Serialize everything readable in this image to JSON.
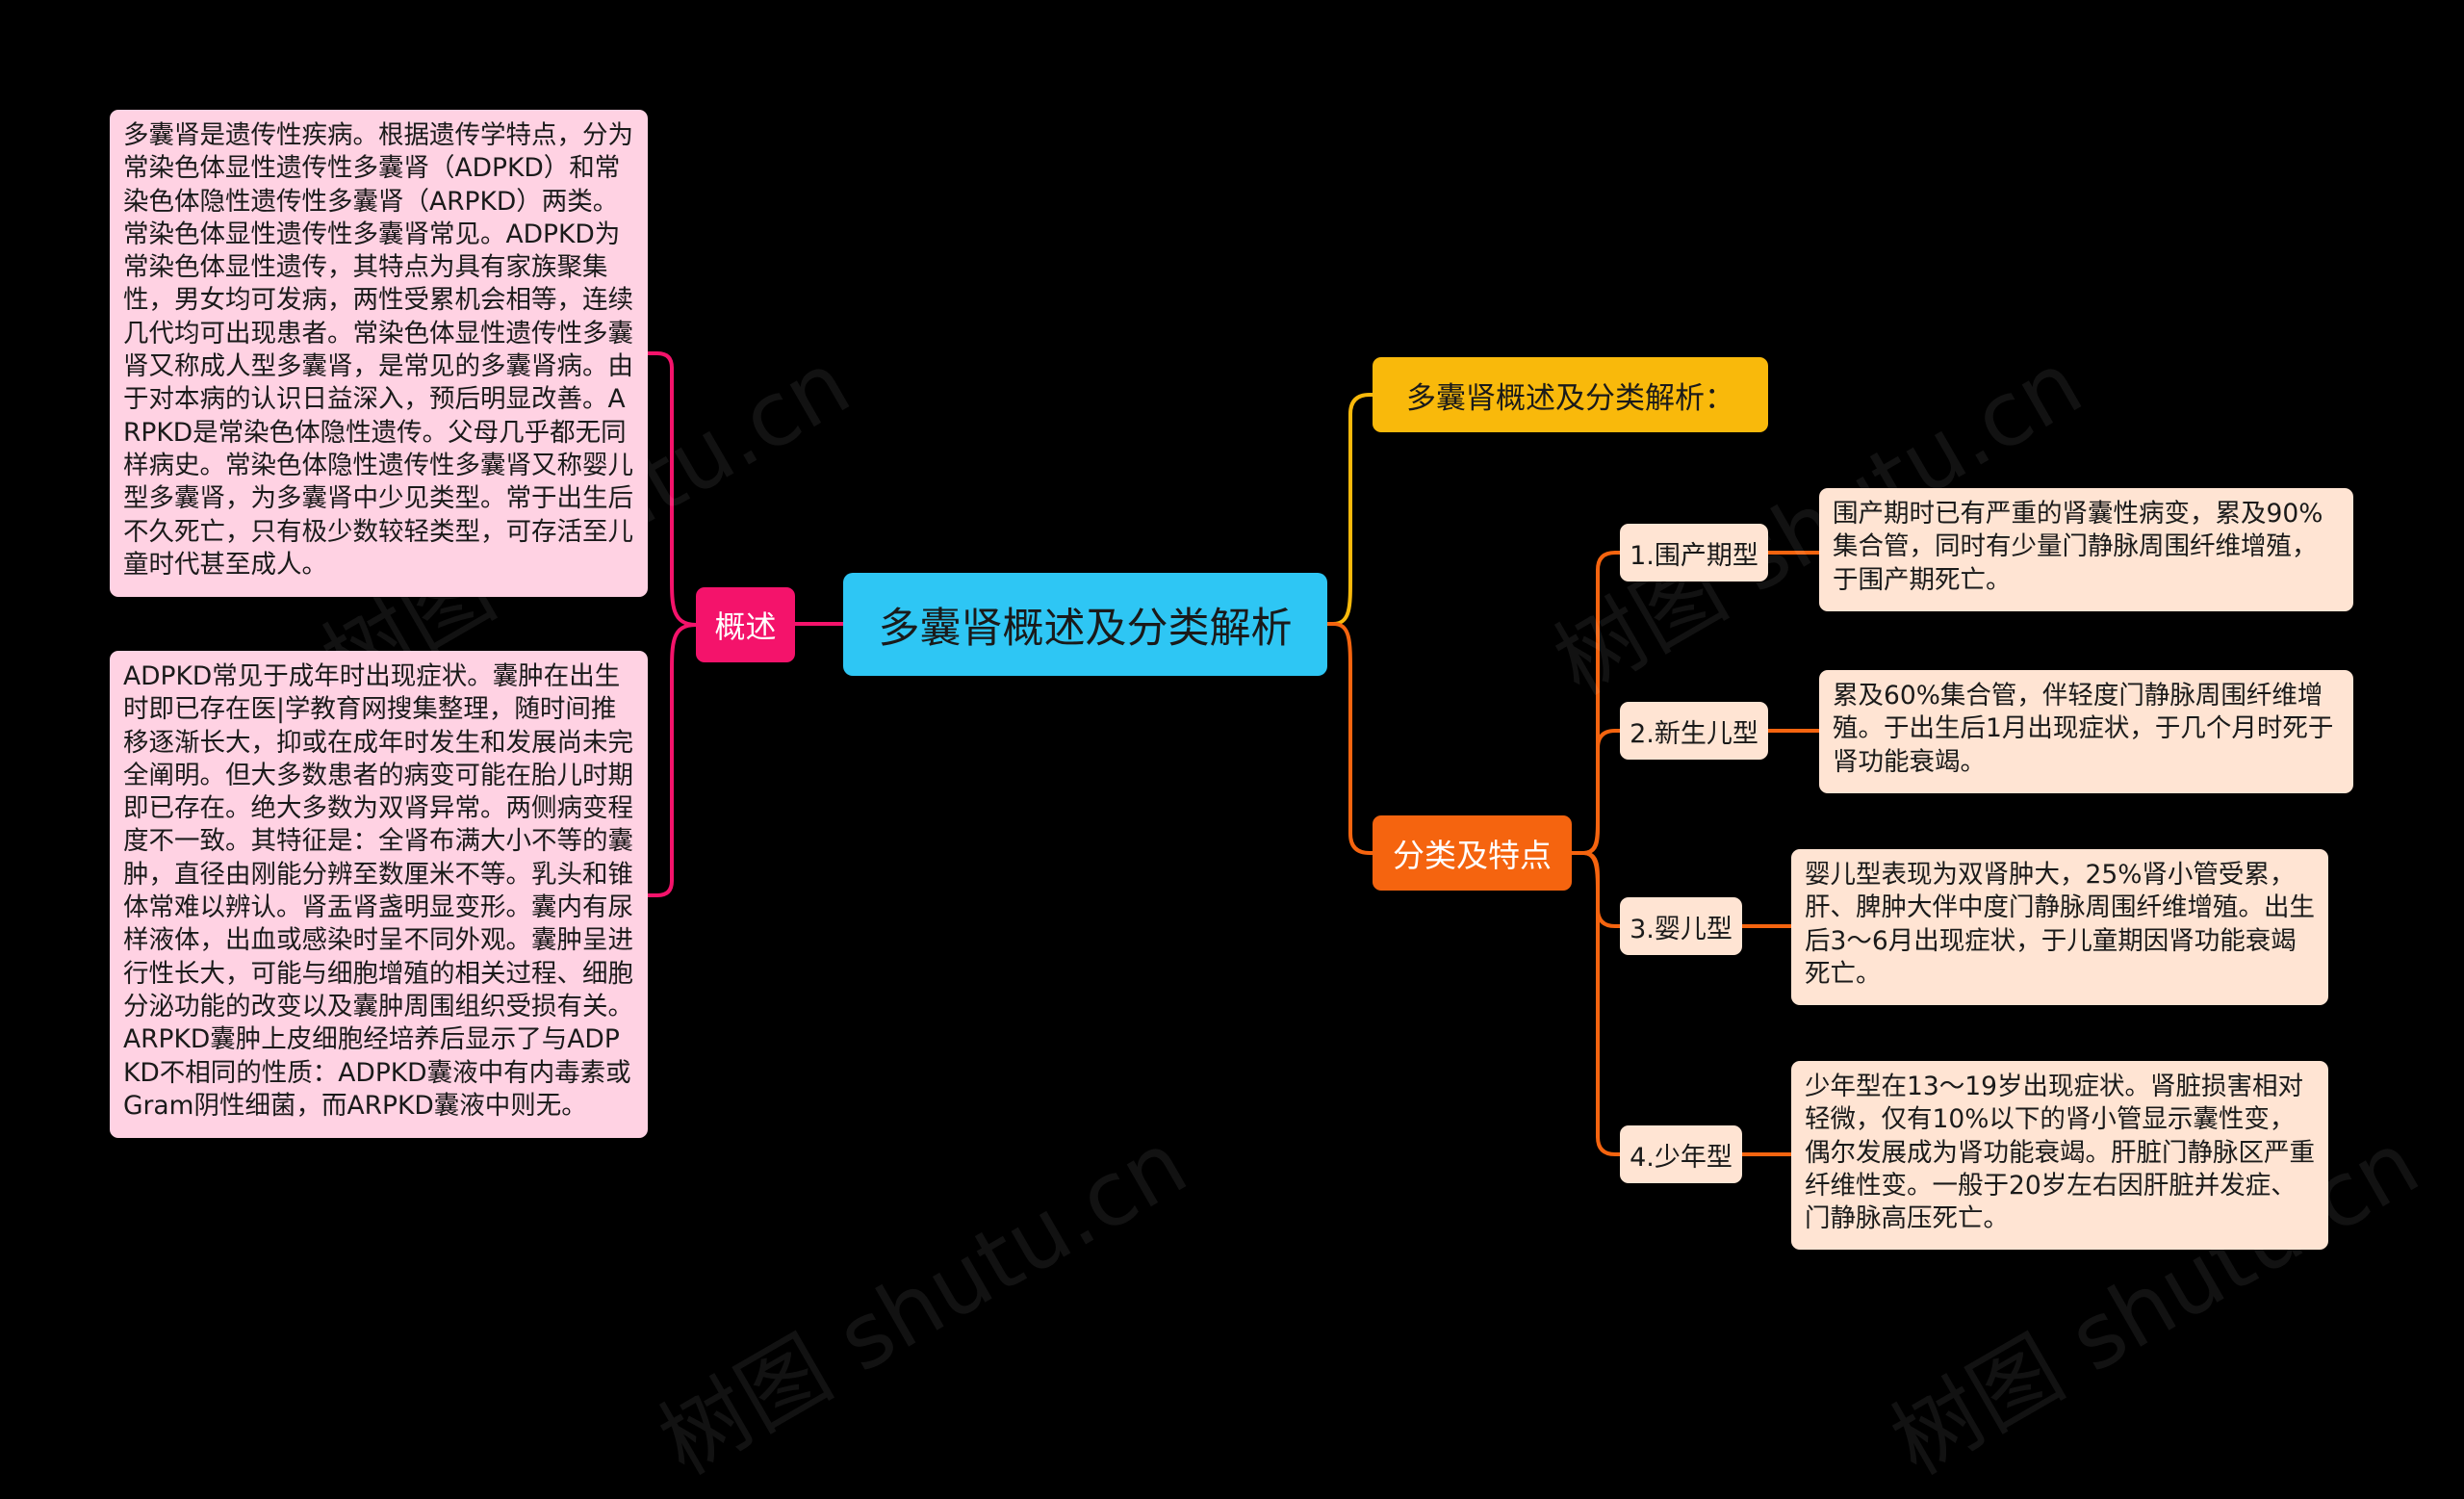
{
  "center": {
    "label": "多囊肾概述及分类解析"
  },
  "left_branch": {
    "label": "概述",
    "paragraphs": [
      "多囊肾是遗传性疾病。根据遗传学特点，分为常染色体显性遗传性多囊肾（ADPKD）和常染色体隐性遗传性多囊肾（ARPKD）两类。常染色体显性遗传性多囊肾常见。ADPKD为常染色体显性遗传，其特点为具有家族聚集性，男女均可发病，两性受累机会相等，连续几代均可出现患者。常染色体显性遗传性多囊肾又称成人型多囊肾，是常见的多囊肾病。由于对本病的认识日益深入，预后明显改善。ARPKD是常染色体隐性遗传。父母几乎都无同样病史。常染色体隐性遗传性多囊肾又称婴儿型多囊肾，为多囊肾中少见类型。常于出生后不久死亡，只有极少数较轻类型，可存活至儿童时代甚至成人。",
      "ADPKD常见于成年时出现症状。囊肿在出生时即已存在医|学教育网搜集整理，随时间推移逐渐长大，抑或在成年时发生和发展尚未完全阐明。但大多数患者的病变可能在胎儿时期即已存在。绝大多数为双肾异常。两侧病变程度不一致。其特征是：全肾布满大小不等的囊肿，直径由刚能分辨至数厘米不等。乳头和锥体常难以辨认。肾盂肾盏明显变形。囊内有尿样液体，出血或感染时呈不同外观。囊肿呈进行性长大，可能与细胞增殖的相关过程、细胞分泌功能的改变以及囊肿周围组织受损有关。ARPKD囊肿上皮细胞经培养后显示了与ADPKD不相同的性质：ADPKD囊液中有内毒素或Gram阴性细菌，而ARPKD囊液中则无。"
    ]
  },
  "right_branches": {
    "overview_label": "多囊肾概述及分类解析：",
    "classify_label": "分类及特点",
    "types": [
      {
        "label": "1.围产期型",
        "desc": "围产期时已有严重的肾囊性病变，累及90%集合管，同时有少量门静脉周围纤维增殖，于围产期死亡。"
      },
      {
        "label": "2.新生儿型",
        "desc": "累及60%集合管，伴轻度门静脉周围纤维增殖。于出生后1月出现症状，于几个月时死于肾功能衰竭。"
      },
      {
        "label": "3.婴儿型",
        "desc": "婴儿型表现为双肾肿大，25%肾小管受累，肝、脾肿大伴中度门静脉周围纤维增殖。出生后3～6月出现症状，于儿童期因肾功能衰竭死亡。"
      },
      {
        "label": "4.少年型",
        "desc": "少年型在13～19岁出现症状。肾脏损害相对轻微，仅有10%以下的肾小管显示囊性变，偶尔发展成为肾功能衰竭。肝脏门静脉区严重纤维性变。一般于20岁左右因肝脏并发症、门静脉高压死亡。"
      }
    ]
  },
  "watermark_text": "树图 shutu.cn",
  "colors": {
    "background": "#000000",
    "center": "#2ec6f4",
    "left_branch": "#f4136b",
    "left_leaf": "#ffd2e3",
    "overview_branch": "#f9b90b",
    "classify_branch": "#f5640f",
    "right_leaf": "#ffe4d3"
  }
}
